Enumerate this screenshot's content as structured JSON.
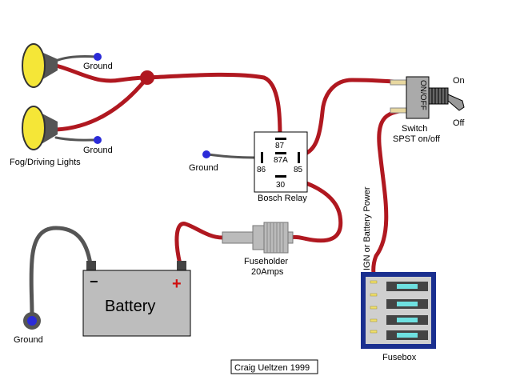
{
  "colors": {
    "wire": "#b01820",
    "ground_wire": "#555555",
    "ground_terminal": "#2b2bd8",
    "lamp_lens": "#f5e637",
    "lamp_body": "#555555",
    "fuse": "#6ee0e0",
    "fusebox_border": "#1a2f8f",
    "battery": "#bdbdbd"
  },
  "lights": {
    "label": "Fog/Driving Lights",
    "ground1": "Ground",
    "ground2": "Ground"
  },
  "relay": {
    "name": "Bosch Relay",
    "pin87": "87",
    "pin87a": "87A",
    "pin86": "86",
    "pin85": "85",
    "pin30": "30",
    "ground": "Ground"
  },
  "switch": {
    "on": "On",
    "off": "Off",
    "label": "Switch",
    "sublabel": "SPST on/off",
    "face": "ON/OFF"
  },
  "fuseholder": {
    "label": "Fuseholder",
    "rating": "20Amps"
  },
  "battery": {
    "label": "Battery",
    "neg": "−",
    "pos": "+",
    "ground": "Ground"
  },
  "fusebox": {
    "label": "Fusebox",
    "power_label": "IGN or Battery Power"
  },
  "credit": "Craig Ueltzen 1999"
}
